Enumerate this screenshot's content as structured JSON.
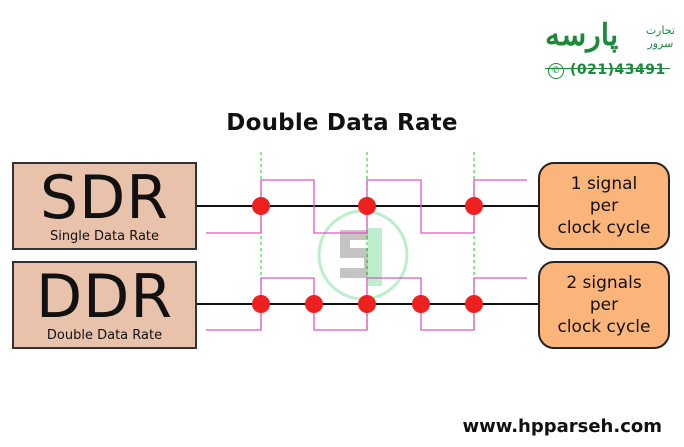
{
  "title": "Double Data Rate",
  "sdr": {
    "abbr": "SDR",
    "full": "Single Data Rate",
    "result_lines": [
      "1 signal",
      "per",
      "clock cycle"
    ]
  },
  "ddr": {
    "abbr": "DDR",
    "full": "Double Data Rate",
    "result_lines": [
      "2 signals",
      "per",
      "clock cycle"
    ]
  },
  "logo": {
    "brand": "پارسه",
    "sub_line1": "تجارت",
    "sub_line2": "سرور",
    "phone": "(021)43491",
    "phone_icon": "phone-icon"
  },
  "website": "www.hpparseh.com",
  "watermark_icon": "hp-parseh-watermark",
  "colors": {
    "box_fill": "#e8c2ab",
    "result_fill": "#fbb47a",
    "signal": "#e055c8",
    "dot": "#ee2020",
    "clock_dashes": "#3fd13f",
    "logo_green": "#1a8a3a"
  }
}
